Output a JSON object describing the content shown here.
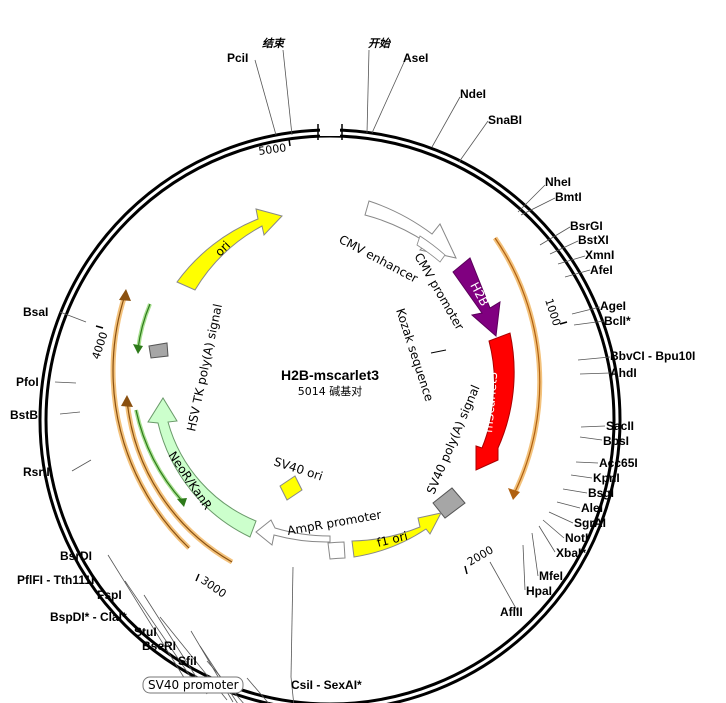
{
  "title": "H2B-mscarlet3",
  "subtitle": "5014 碱基对",
  "origin_labels": {
    "start": "开始",
    "end": "结束"
  },
  "ticks": [
    "1000",
    "2000",
    "3000",
    "4000",
    "5000"
  ],
  "features": [
    {
      "name": "CMV enhancer",
      "color": "#ffffff"
    },
    {
      "name": "CMV promoter",
      "color": "#ffffff"
    },
    {
      "name": "H2B",
      "color": "#800080"
    },
    {
      "name": "Kozak sequence",
      "color": "#000000"
    },
    {
      "name": "mScarlet3",
      "color": "#ff0000"
    },
    {
      "name": "SV40 poly(A) signal",
      "color": "#a6a6a6"
    },
    {
      "name": "f1 ori",
      "color": "#ffff00"
    },
    {
      "name": "AmpR promoter",
      "color": "#ffffff"
    },
    {
      "name": "SV40 ori",
      "color": "#ffff00"
    },
    {
      "name": "NeoR/KanR",
      "color": "#ccffcc"
    },
    {
      "name": "HSV TK poly(A) signal",
      "color": "#a6a6a6"
    },
    {
      "name": "ori",
      "color": "#ffff00"
    }
  ],
  "sites": [
    "PciI",
    "AseI",
    "NdeI",
    "SnaBI",
    "NheI",
    "BmtI",
    "BsrGI",
    "BstXI",
    "XmnI",
    "AfeI",
    "AgeI",
    "BclI*",
    "BbvCI - Bpu10I",
    "AhdI",
    "SacII",
    "BbsI",
    "Acc65I",
    "KpnI",
    "BsgI",
    "AleI",
    "SgrAI",
    "NotI",
    "XbaI*",
    "MfeI",
    "HpaI",
    "AflII",
    "CsiI - SexAI*",
    "SV40 promoter",
    "SfiI",
    "BseRI",
    "StuI",
    "BspDI* - ClaI*",
    "FspI",
    "PflFI - Tth111I",
    "BsrDI",
    "RsrII",
    "BstBI",
    "PfoI",
    "BsaI"
  ]
}
